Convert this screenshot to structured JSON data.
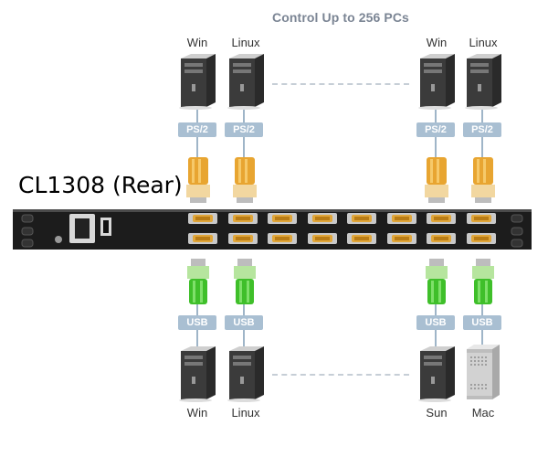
{
  "title": "Control Up to 256 PCs",
  "device_label": "CL1308 (Rear)",
  "top_computers": [
    {
      "label": "Win",
      "connector": "PS/2"
    },
    {
      "label": "Linux",
      "connector": "PS/2"
    },
    {
      "label": "Win",
      "connector": "PS/2"
    },
    {
      "label": "Linux",
      "connector": "PS/2"
    }
  ],
  "bottom_computers": [
    {
      "label": "Win",
      "connector": "USB",
      "icon": "tower-pc-icon"
    },
    {
      "label": "Linux",
      "connector": "USB",
      "icon": "tower-pc-icon"
    },
    {
      "label": "Sun",
      "connector": "USB",
      "icon": "tower-pc-icon"
    },
    {
      "label": "Mac",
      "connector": "USB",
      "icon": "mac-pro-icon"
    }
  ],
  "colors": {
    "title": "#7b8594",
    "connector_badge": "#a9bfd2",
    "ps2_plug": "#e8a531",
    "usb_plug": "#3fbf2a",
    "rack": "#1c1c1c"
  }
}
